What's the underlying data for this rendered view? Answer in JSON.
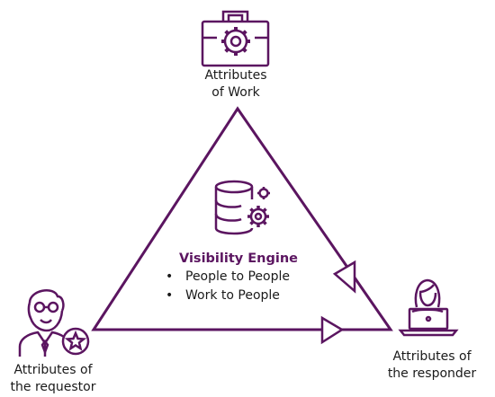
{
  "colors": {
    "accent": "#5b1560",
    "text": "#1a1a1a"
  },
  "work": {
    "icon": "toolbox-gear-icon",
    "line1": "Attributes",
    "line2": "of Work"
  },
  "requestor": {
    "icon": "person-with-star-badge-icon",
    "line1": "Attributes of",
    "line2": "the requestor"
  },
  "responder": {
    "icon": "person-at-laptop-icon",
    "line1": "Attributes of",
    "line2": "the responder"
  },
  "engine": {
    "icon": "database-gears-icon",
    "title": "Visibility Engine",
    "items": [
      "People to People",
      "Work to People"
    ]
  }
}
